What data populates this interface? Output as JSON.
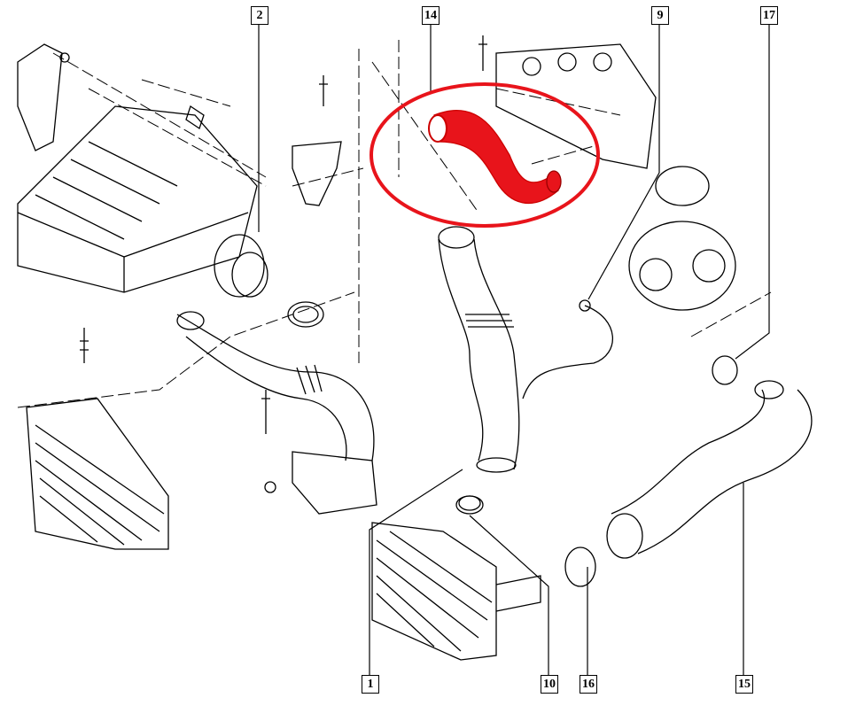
{
  "diagram": {
    "labels": [
      "2",
      "14",
      "9",
      "17",
      "1",
      "10",
      "16",
      "15"
    ],
    "highlight_color": "#e8141b",
    "line_color": "#000000"
  }
}
